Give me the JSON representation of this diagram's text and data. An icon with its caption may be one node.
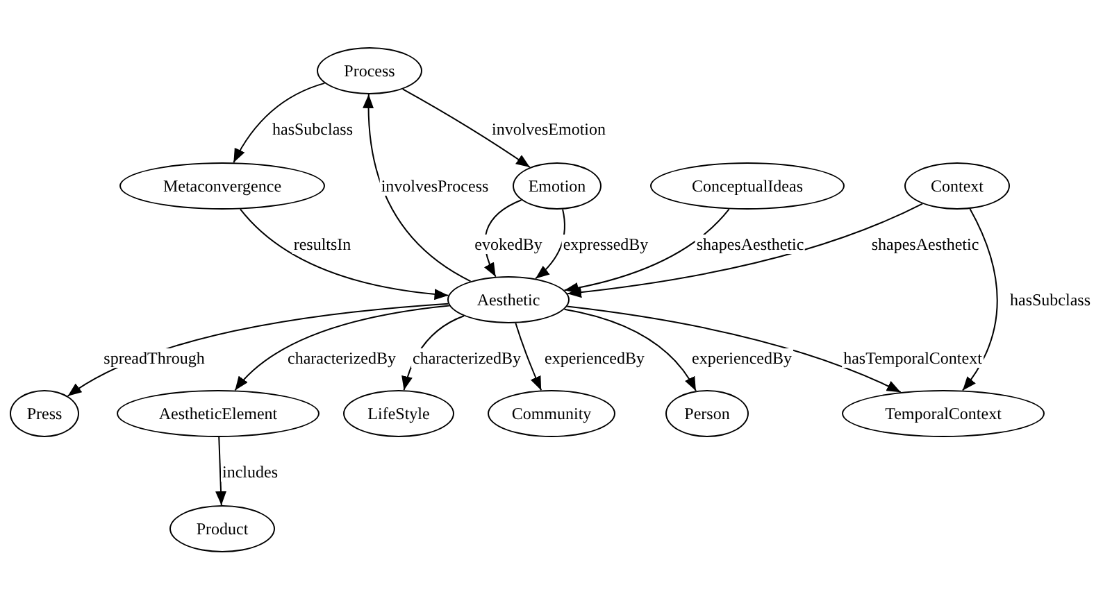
{
  "diagram": {
    "nodes": [
      {
        "text": [
          "Process"
        ]
      },
      {
        "text": [
          "Emotion"
        ]
      },
      {
        "text": [
          "Metaconvergence"
        ]
      },
      {
        "text": [
          "ConceptualIdeas"
        ]
      },
      {
        "text": [
          "Context"
        ]
      },
      {
        "text": [
          "Aesthetic"
        ]
      },
      {
        "text": [
          "Press"
        ]
      },
      {
        "text": [
          "AestheticElement"
        ]
      },
      {
        "text": [
          "LifeStyle"
        ]
      },
      {
        "text": [
          "Community"
        ]
      },
      {
        "text": [
          "Person"
        ]
      },
      {
        "text": [
          "TemporalContext"
        ]
      },
      {
        "text": [
          "Product"
        ]
      }
    ],
    "edges": [
      {
        "from": 0,
        "to": 2,
        "arrow": "to",
        "label": "hasSubclass"
      },
      {
        "from": 0,
        "to": 1,
        "arrow": "to",
        "label": "involvesEmotion"
      },
      {
        "from": 5,
        "to": 0,
        "arrow": "to",
        "label": "involvesProcess"
      },
      {
        "from": 2,
        "to": 5,
        "arrow": "to",
        "label": "resultsIn"
      },
      {
        "from": 1,
        "to": 5,
        "arrow": "to",
        "label": "evokedBy"
      },
      {
        "from": 1,
        "to": 5,
        "arrow": "to",
        "label": "expressedBy"
      },
      {
        "from": 3,
        "to": 5,
        "arrow": "to",
        "label": "shapesAesthetic"
      },
      {
        "from": 4,
        "to": 5,
        "arrow": "to",
        "label": "shapesAesthetic"
      },
      {
        "from": 4,
        "to": 11,
        "arrow": "to",
        "label": "hasSubclass"
      },
      {
        "from": 5,
        "to": 6,
        "arrow": "to",
        "label": "spreadThrough"
      },
      {
        "from": 5,
        "to": 7,
        "arrow": "to",
        "label": "characterizedBy"
      },
      {
        "from": 5,
        "to": 8,
        "arrow": "to",
        "label": "characterizedBy"
      },
      {
        "from": 5,
        "to": 9,
        "arrow": "to",
        "label": "experiencedBy"
      },
      {
        "from": 5,
        "to": 10,
        "arrow": "to",
        "label": "experiencedBy"
      },
      {
        "from": 5,
        "to": 11,
        "arrow": "to",
        "label": "hasTemporalContext"
      },
      {
        "from": 7,
        "to": 12,
        "arrow": "to",
        "label": "includes"
      }
    ]
  }
}
